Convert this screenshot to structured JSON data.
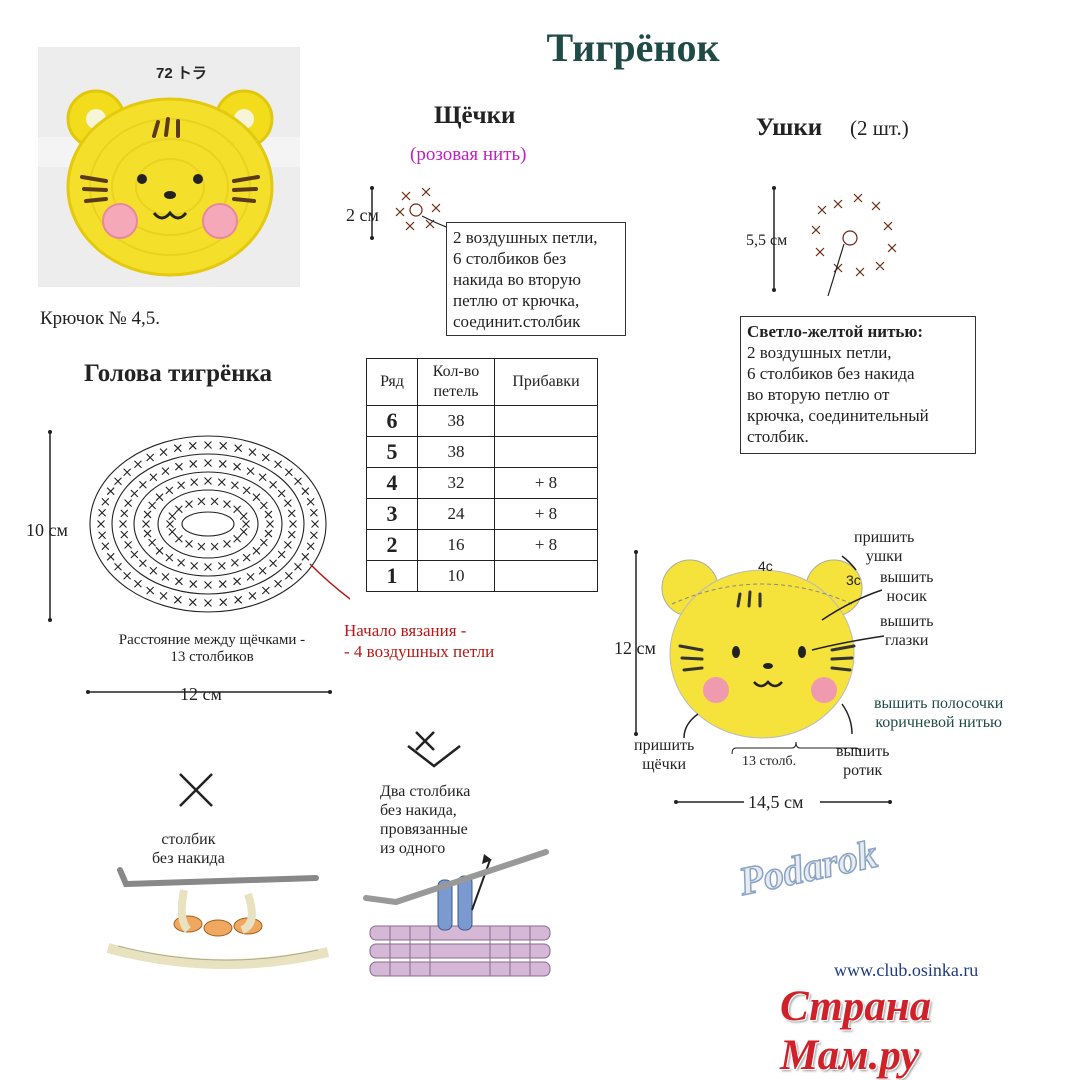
{
  "title": "Тигрёнок",
  "photo_label": "72 トラ",
  "hook": "Крючок № 4,5.",
  "cheeks": {
    "title": "Щёчки",
    "color_note": "(розовая нить)",
    "size": "2 см",
    "instructions": [
      "2 воздушных петли,",
      "6 столбиков без",
      "накида во вторую",
      "петлю от крючка,",
      "соединит.столбик"
    ]
  },
  "ears": {
    "title": "Ушки",
    "count": "(2 шт.)",
    "size": "5,5 см",
    "instructions_heading": "Светло-желтой нитью:",
    "instructions": [
      "2 воздушных петли,",
      "6 столбиков без накида",
      "во вторую петлю от",
      "крючка, соединительный",
      "столбик."
    ]
  },
  "head": {
    "title": "Голова тигрёнка",
    "height": "10 см",
    "width": "12 см",
    "distance_note": [
      "Расстояние между щёчками -",
      "13 столбиков"
    ],
    "start_note": [
      "Начало вязания -",
      "- 4 воздушных петли"
    ]
  },
  "table": {
    "headers": [
      "Ряд",
      "Кол-во петель",
      "Прибавки"
    ],
    "header_count_lines": [
      "Кол-во",
      "петель"
    ],
    "rows": [
      {
        "row": "6",
        "count": "38",
        "add": ""
      },
      {
        "row": "5",
        "count": "38",
        "add": ""
      },
      {
        "row": "4",
        "count": "32",
        "add": "+ 8"
      },
      {
        "row": "3",
        "count": "24",
        "add": "+ 8"
      },
      {
        "row": "2",
        "count": "16",
        "add": "+ 8"
      },
      {
        "row": "1",
        "count": "10",
        "add": ""
      }
    ]
  },
  "assembly": {
    "height": "12 см",
    "width": "14,5 см",
    "stitches": "13 столб.",
    "ear_count_label": "4с",
    "ear_count_label2": "3с",
    "labels": {
      "ears": [
        "пришить",
        "ушки"
      ],
      "nose": [
        "вышить",
        "носик"
      ],
      "eyes": [
        "вышить",
        "глазки"
      ],
      "stripes": [
        "вышить полосочки",
        "коричневой нитью"
      ],
      "cheeks": [
        "пришить",
        "щёчки"
      ],
      "mouth": [
        "вышить",
        "ротик"
      ]
    }
  },
  "legend": {
    "sc_label": [
      "столбик",
      "без накида"
    ],
    "dec_label": [
      "Два столбика",
      "без накида,",
      "провязанные",
      "из одного"
    ]
  },
  "site": "www.club.osinka.ru",
  "brand": "Страна Мам.ру",
  "watermark": "Podarok",
  "colors": {
    "title": "#1f4a45",
    "pink_note": "#c020c0",
    "start_note": "#b81818",
    "brand": "#d0202a",
    "yellow": "#f5e23a"
  }
}
